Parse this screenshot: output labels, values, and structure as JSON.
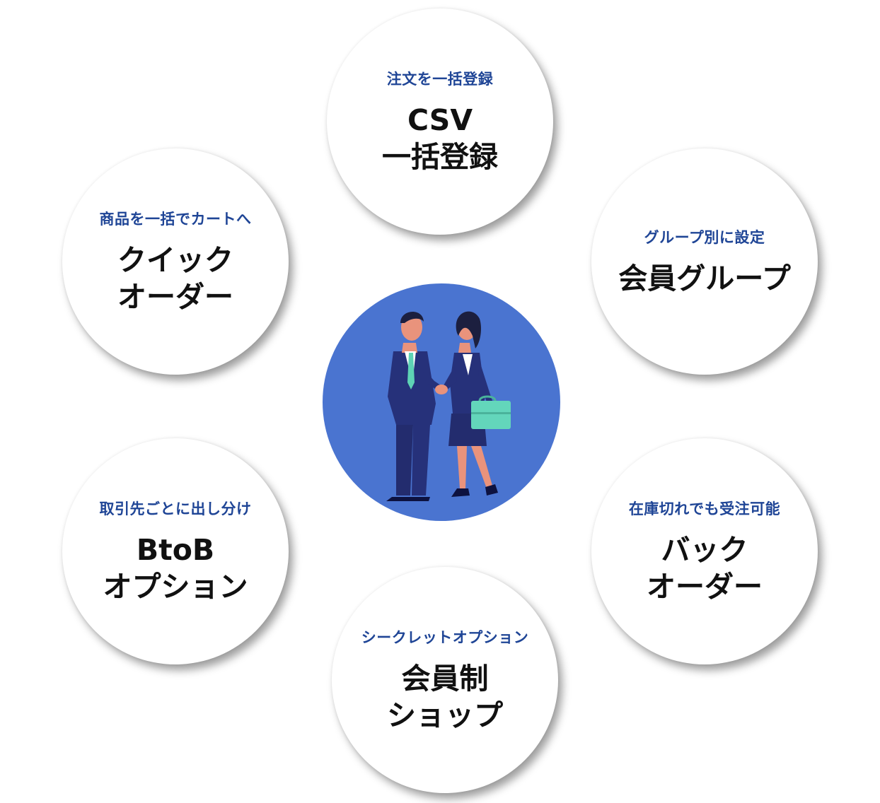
{
  "features": {
    "csv": {
      "subtitle": "注文を一括登録",
      "title": "CSV\n一括登録"
    },
    "quick": {
      "subtitle": "商品を一括でカートへ",
      "title": "クイック\nオーダー"
    },
    "group": {
      "subtitle": "グループ別に設定",
      "title": "会員グループ"
    },
    "btob": {
      "subtitle": "取引先ごとに出し分け",
      "title": "BtoB\nオプション"
    },
    "back": {
      "subtitle": "在庫切れでも受注可能",
      "title": "バック\nオーダー"
    },
    "member": {
      "subtitle": "シークレットオプション",
      "title": "会員制\nショップ"
    }
  },
  "colors": {
    "subtitle": "#1f4596",
    "title": "#111111",
    "center_circle": "#4a74d0",
    "suit": "#26317a",
    "tie": "#5ed3b5",
    "briefcase": "#63d6bb",
    "skin": "#e9937c"
  },
  "illustration": {
    "icon": "business-handshake-illustration"
  }
}
